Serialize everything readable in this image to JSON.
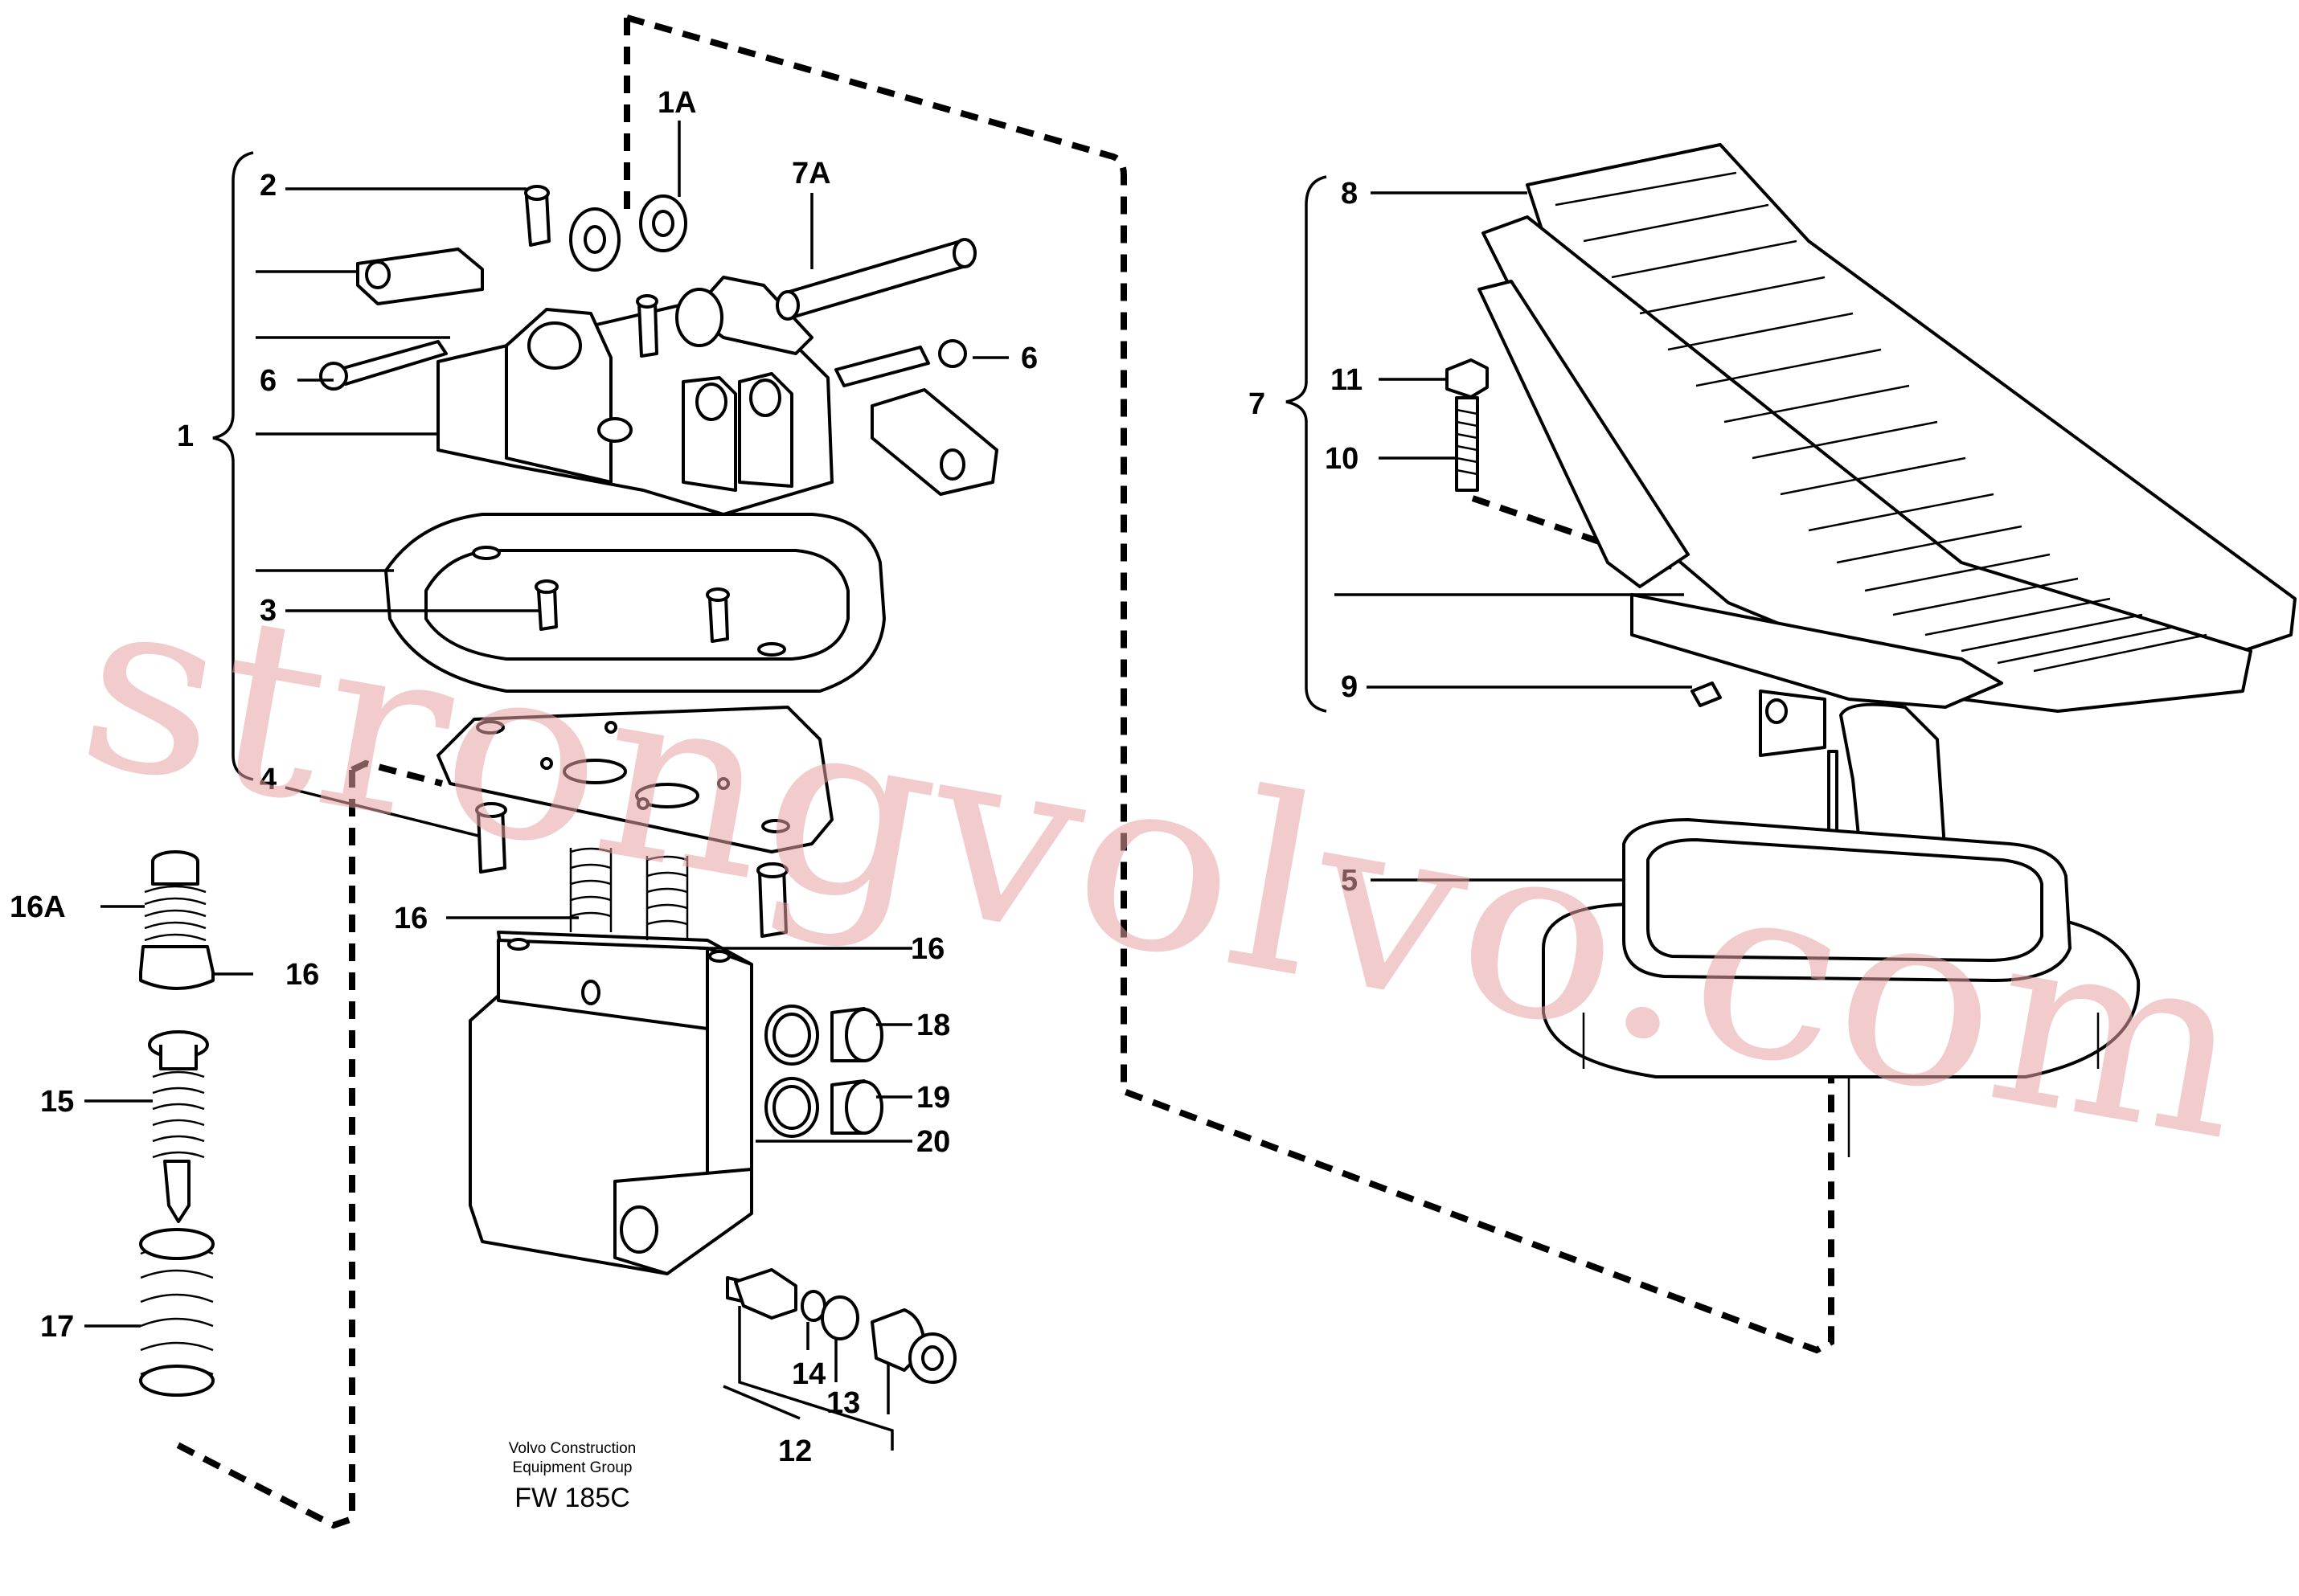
{
  "labels": {
    "l1": "1",
    "l1a": "1A",
    "l2": "2",
    "l3": "3",
    "l4": "4",
    "l5": "5",
    "l6a": "6",
    "l6b": "6",
    "l7": "7",
    "l7a": "7A",
    "l8": "8",
    "l9": "9",
    "l10": "10",
    "l11": "11",
    "l12": "12",
    "l13": "13",
    "l14": "14",
    "l15": "15",
    "l16a": "16",
    "l16b": "16",
    "l16c": "16",
    "l16A": "16A",
    "l17": "17",
    "l18": "18",
    "l19": "19",
    "l20": "20"
  },
  "credit": {
    "line1": "Volvo Construction",
    "line2": "Equipment Group",
    "code": "FW 185C"
  },
  "watermark": "strongvolvo.com",
  "colors": {
    "line": "#000000",
    "watermark": "#e7a2a2",
    "background": "#ffffff"
  }
}
